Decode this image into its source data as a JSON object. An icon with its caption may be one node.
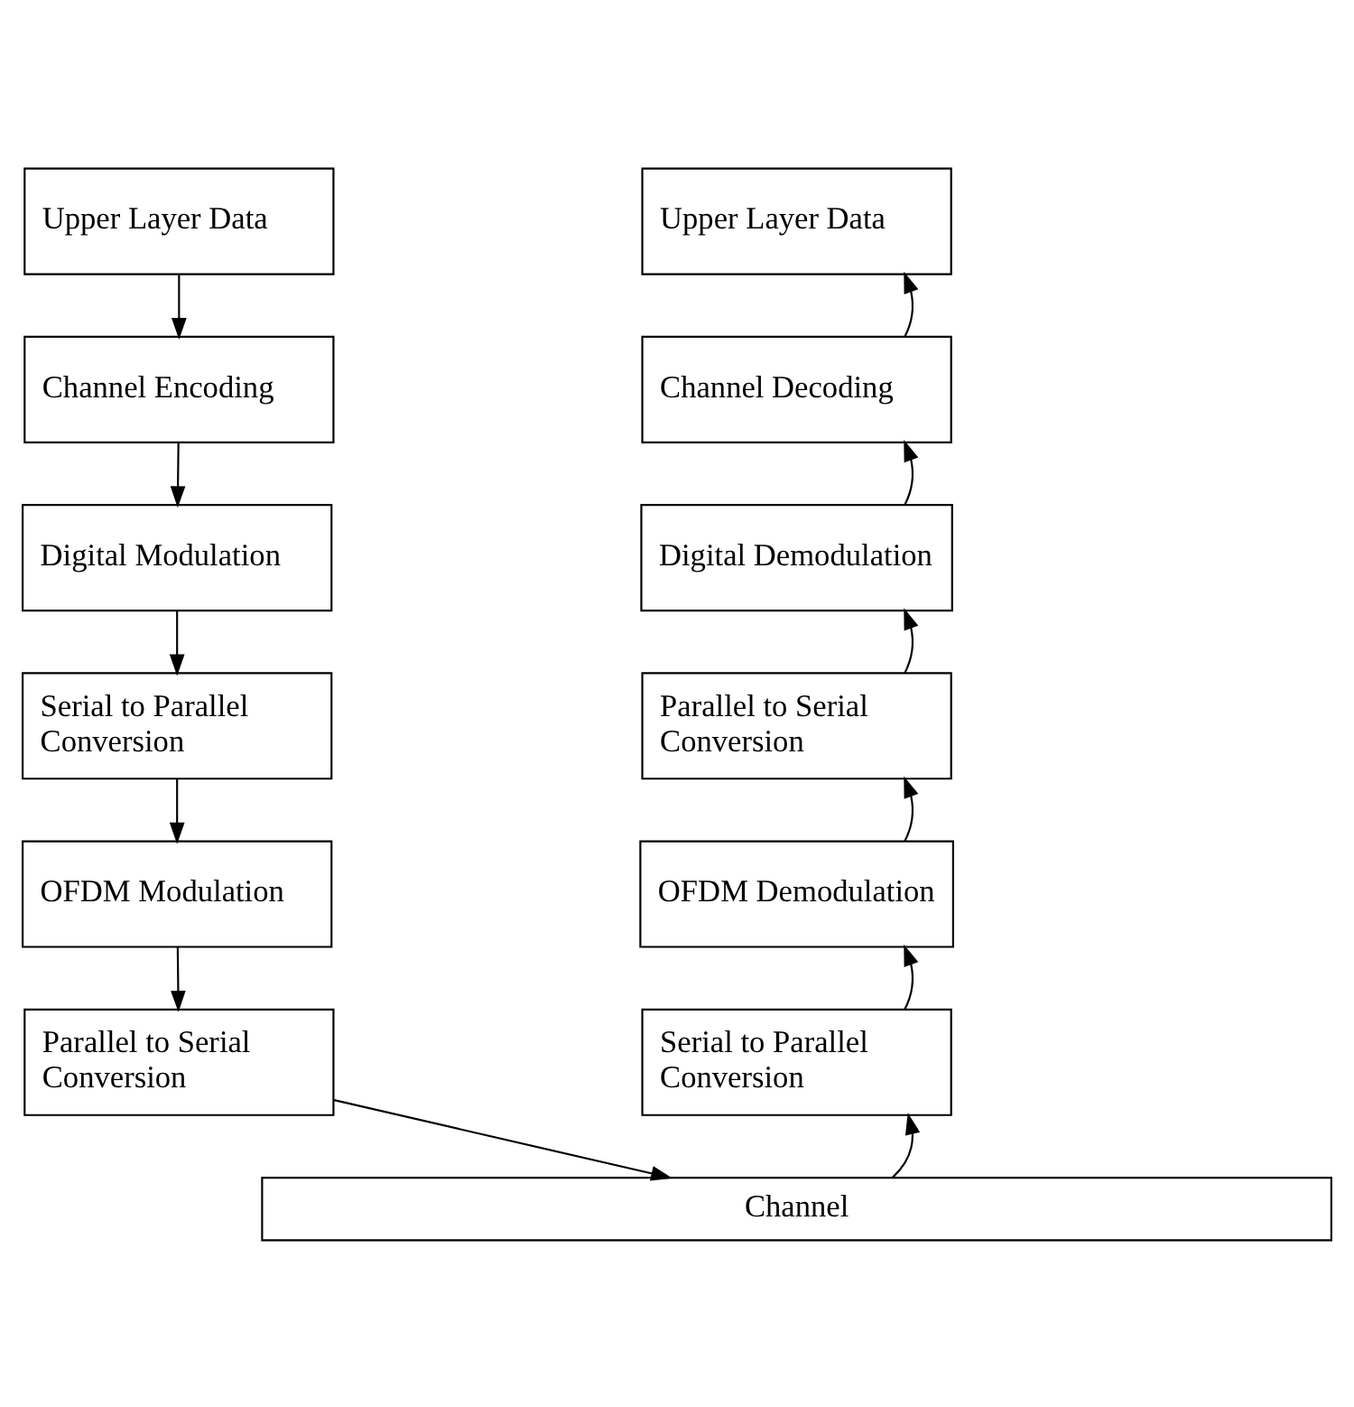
{
  "diagram": {
    "nodes": [
      {
        "text": [
          "Upper Layer Data"
        ]
      },
      {
        "text": [
          "Channel Encoding"
        ]
      },
      {
        "text": [
          "Digital Modulation"
        ]
      },
      {
        "text": [
          "Serial to Parallel Conversion"
        ]
      },
      {
        "text": [
          "OFDM Modulation"
        ]
      },
      {
        "text": [
          "Parallel to Serial Conversion"
        ]
      },
      {
        "text": [
          "Upper Layer Data"
        ]
      },
      {
        "text": [
          "Channel Decoding"
        ]
      },
      {
        "text": [
          "Digital Demodulation"
        ]
      },
      {
        "text": [
          "Parallel to Serial Conversion"
        ]
      },
      {
        "text": [
          "OFDM Demodulation"
        ]
      },
      {
        "text": [
          "Serial to Parallel Conversion"
        ]
      },
      {
        "text": [
          "Channel"
        ]
      }
    ],
    "edges": [
      {
        "from": 0,
        "to": 1,
        "arrow": "to"
      },
      {
        "from": 1,
        "to": 2,
        "arrow": "to"
      },
      {
        "from": 2,
        "to": 3,
        "arrow": "to"
      },
      {
        "from": 3,
        "to": 4,
        "arrow": "to"
      },
      {
        "from": 4,
        "to": 5,
        "arrow": "to"
      },
      {
        "from": 5,
        "to": 12,
        "arrow": "to"
      },
      {
        "from": 12,
        "to": 11,
        "arrow": "to"
      },
      {
        "from": 11,
        "to": 10,
        "arrow": "to"
      },
      {
        "from": 10,
        "to": 9,
        "arrow": "to"
      },
      {
        "from": 9,
        "to": 8,
        "arrow": "to"
      },
      {
        "from": 8,
        "to": 7,
        "arrow": "to"
      },
      {
        "from": 7,
        "to": 6,
        "arrow": "to"
      }
    ]
  }
}
